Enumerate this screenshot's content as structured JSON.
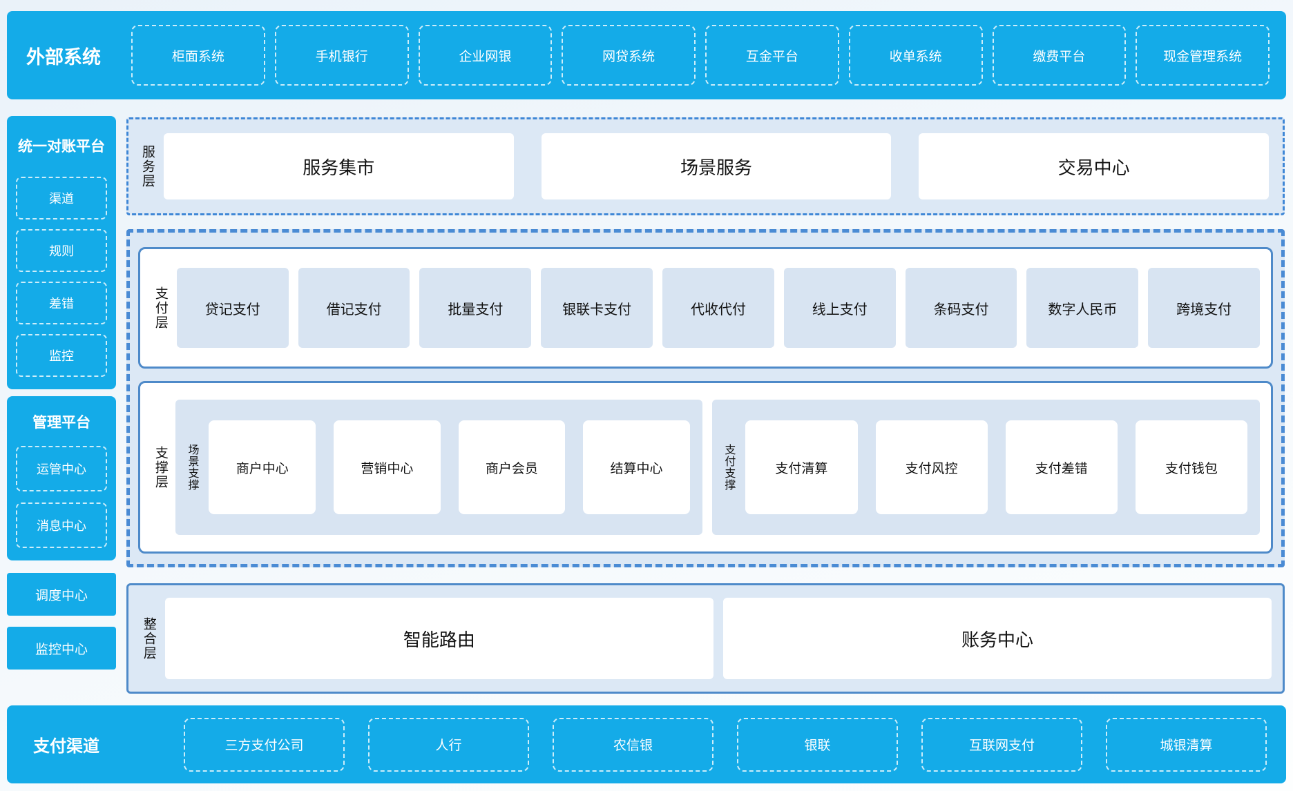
{
  "top_bar": {
    "title": "外部系统",
    "items": [
      "柜面系统",
      "手机银行",
      "企业网银",
      "网贷系统",
      "互金平台",
      "收单系统",
      "缴费平台",
      "现金管理系统"
    ]
  },
  "sidebar": {
    "reconciliation": {
      "title": "统一对账平台",
      "items": [
        "渠道",
        "规则",
        "差错",
        "监控"
      ]
    },
    "management": {
      "title": "管理平台",
      "items": [
        "运管中心",
        "消息中心"
      ]
    },
    "solo_blocks": [
      "调度中心",
      "监控中心"
    ]
  },
  "service_layer": {
    "label": "服务层",
    "items": [
      "服务集市",
      "场景服务",
      "交易中心"
    ]
  },
  "payment_layer": {
    "label": "支付层",
    "items": [
      "贷记支付",
      "借记支付",
      "批量支付",
      "银联卡支付",
      "代收代付",
      "线上支付",
      "条码支付",
      "数字人民币",
      "跨境支付"
    ]
  },
  "support_layer": {
    "label": "支撑层",
    "groups": [
      {
        "label": "场景支撑",
        "items": [
          "商户中心",
          "营销中心",
          "商户会员",
          "结算中心"
        ]
      },
      {
        "label": "支付支撑",
        "items": [
          "支付清算",
          "支付风控",
          "支付差错",
          "支付钱包"
        ]
      }
    ]
  },
  "integration_layer": {
    "label": "整合层",
    "items": [
      "智能路由",
      "账务中心"
    ]
  },
  "bottom_bar": {
    "title": "支付渠道",
    "items": [
      "三方支付公司",
      "人行",
      "农信银",
      "银联",
      "互联网支付",
      "城银清算"
    ]
  },
  "colors": {
    "accent_blue": "#14abe8",
    "panel_background": "#dce8f5",
    "item_background": "#d8e4f2",
    "panel_border": "#4e8ac9",
    "dashed_border": "#4a8bd4"
  }
}
